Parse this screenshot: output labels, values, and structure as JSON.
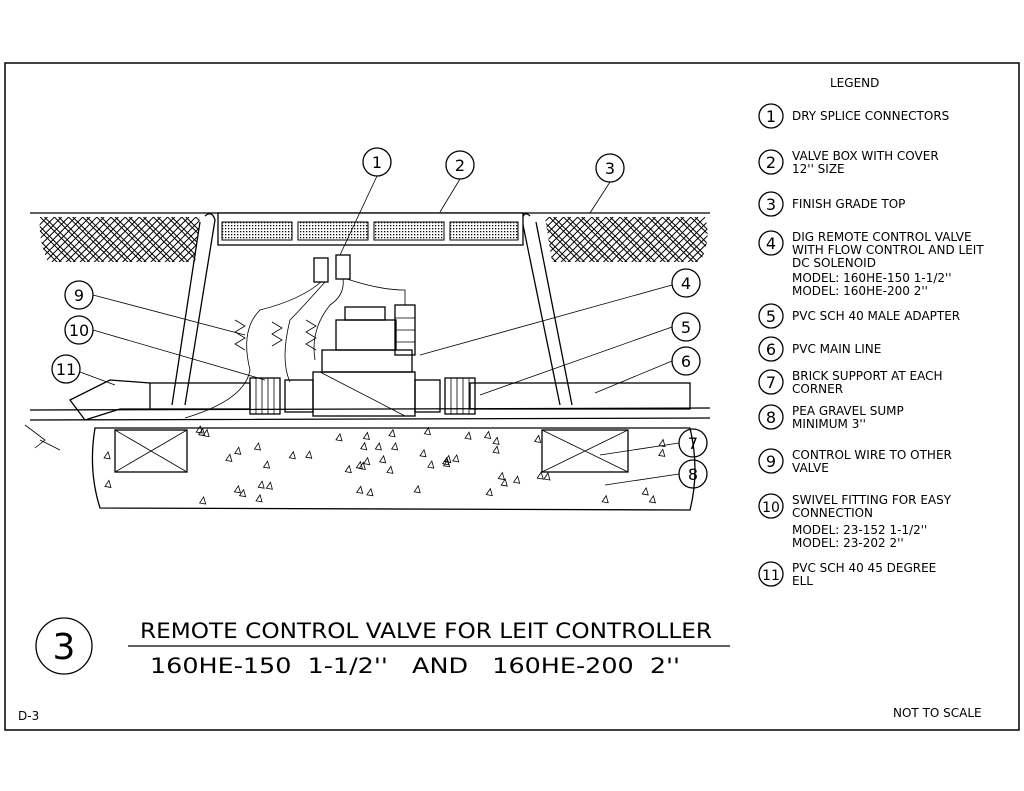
{
  "legend": {
    "title": "LEGEND",
    "items": [
      {
        "num": "1",
        "lines": [
          "DRY SPLICE CONNECTORS"
        ]
      },
      {
        "num": "2",
        "lines": [
          "VALVE BOX WITH COVER",
          "12'' SIZE"
        ]
      },
      {
        "num": "3",
        "lines": [
          "FINISH GRADE TOP"
        ]
      },
      {
        "num": "4",
        "lines": [
          "DIG REMOTE CONTROL VALVE",
          "WITH FLOW CONTROL AND LEIT",
          "DC SOLENOID",
          "MODEL: 160HE-150  1-1/2''",
          "MODEL: 160HE-200    2''"
        ]
      },
      {
        "num": "5",
        "lines": [
          "PVC SCH 40 MALE ADAPTER"
        ]
      },
      {
        "num": "6",
        "lines": [
          "PVC MAIN LINE"
        ]
      },
      {
        "num": "7",
        "lines": [
          "BRICK SUPPORT AT EACH",
          "CORNER"
        ]
      },
      {
        "num": "8",
        "lines": [
          "PEA GRAVEL SUMP",
          "MINIMUM 3''"
        ]
      },
      {
        "num": "9",
        "lines": [
          "CONTROL WIRE TO OTHER",
          "VALVE"
        ]
      },
      {
        "num": "10",
        "lines": [
          "SWIVEL FITTING FOR EASY",
          "CONNECTION",
          "MODEL: 23-152  1-1/2''",
          "MODEL: 23-202  2''"
        ]
      },
      {
        "num": "11",
        "lines": [
          "PVC SCH 40 45 DEGREE",
          "ELL"
        ]
      }
    ]
  },
  "callouts": [
    "1",
    "2",
    "3",
    "4",
    "5",
    "6",
    "7",
    "8",
    "9",
    "10",
    "11"
  ],
  "detail": {
    "number": "3",
    "title": "REMOTE CONTROL VALVE FOR LEIT CONTROLLER",
    "subtitle": "160HE-150  1-1/2''   AND   160HE-200  2''"
  },
  "sheet_id": "D-3",
  "scale_note": "NOT TO SCALE"
}
